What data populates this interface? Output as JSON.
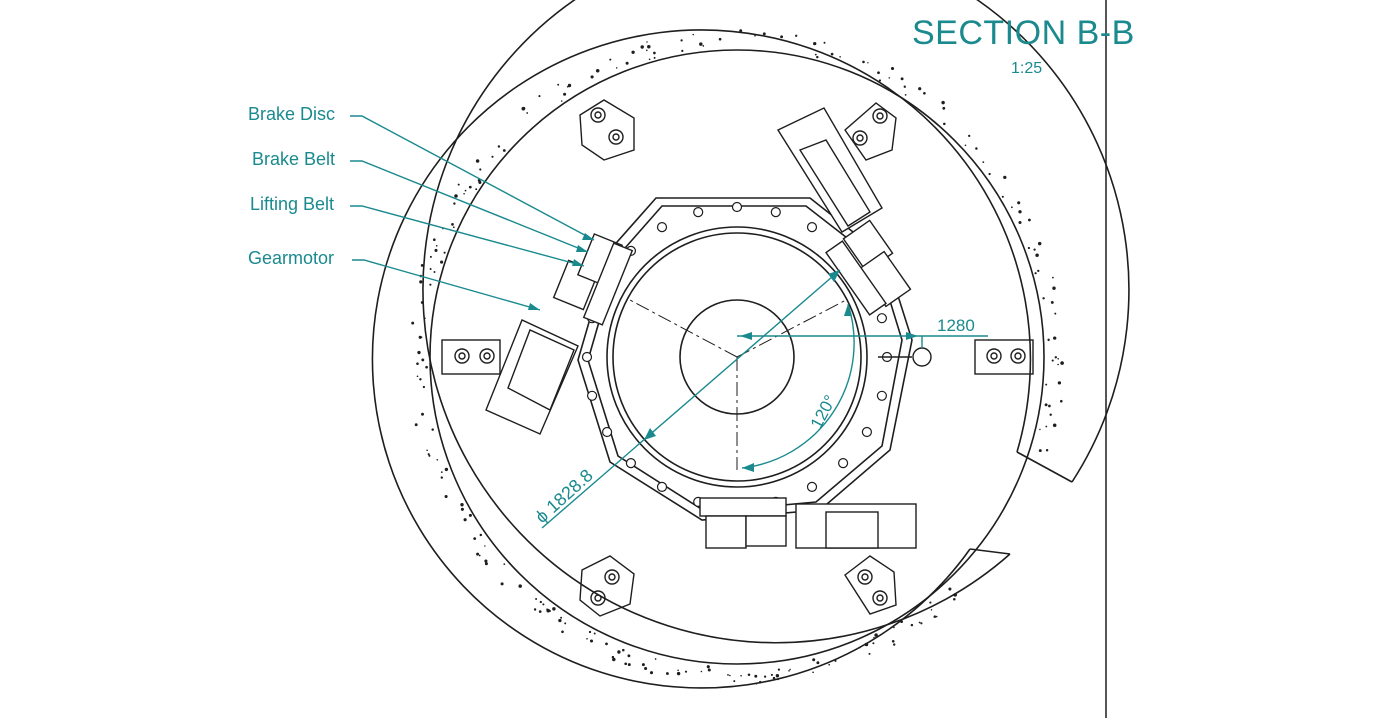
{
  "drawing": {
    "title": "SECTION B-B",
    "scale": "1:25",
    "annotation_color": "#1a8a8f",
    "line_color": "#1e1e1e"
  },
  "callouts": {
    "brake_disc": "Brake Disc",
    "brake_belt": "Brake Belt",
    "lifting_belt": "Lifting Belt",
    "gearmotor": "Gearmotor"
  },
  "dimensions": {
    "diameter": "ϕ 1828.8",
    "radius_offset": "1280",
    "angle": "120°"
  }
}
